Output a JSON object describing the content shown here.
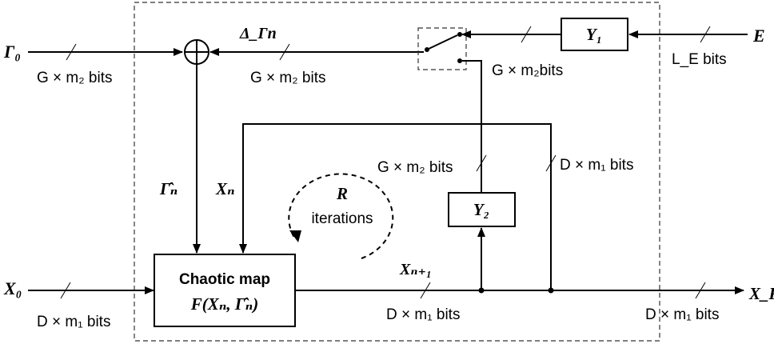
{
  "inputs": {
    "gamma0": "Γ₀",
    "e": "E",
    "x0": "X₀"
  },
  "output": {
    "xr": "X_R"
  },
  "blocks": {
    "y1": "Y₁",
    "y2": "Y₂",
    "map_title": "Chaotic map",
    "map_fn": "F(Xₙ, Γ̂ₙ)"
  },
  "signals": {
    "delta": "Δ_Γn",
    "gamma_hat": "Γ̂ₙ",
    "xn": "Xₙ",
    "xn1": "Xₙ₊₁"
  },
  "loop": {
    "count": "R",
    "label": "iterations"
  },
  "widths": {
    "gamma0_bits": "G × m₂ bits",
    "delta_bits": "G × m₂ bits",
    "y1_out_bits": "G × m₂bits",
    "e_bits": "L_E bits",
    "y2_out_bits": "G × m₂ bits",
    "feedback_bits": "D × m₁ bits",
    "x0_bits": "D × m₁ bits",
    "xn1_bits": "D × m₁ bits",
    "xr_bits": "D × m₁ bits"
  }
}
